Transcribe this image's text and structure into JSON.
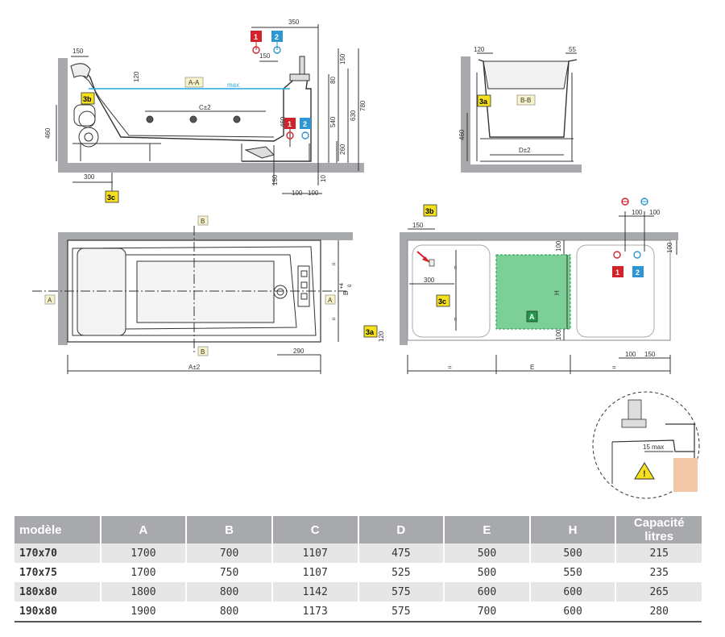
{
  "labels": {
    "section_aa": "A-A",
    "section_bb": "B-B",
    "max": "max",
    "marker_b": "B",
    "marker_a": "A",
    "c_tol": "C±2",
    "d_tol": "D±2",
    "a_tol": "A±2",
    "b_tol": "B",
    "b_tol_sup": "+4",
    "b_tol_sub": "0",
    "e": "E",
    "h": "H",
    "eq": "=",
    "max15": "15 max"
  },
  "tags": {
    "t1": "1",
    "t2": "2",
    "t3a": "3a",
    "t3b": "3b",
    "t3c": "3c",
    "tA": "A"
  },
  "dims": {
    "d350": "350",
    "d150": "150",
    "d120": "120",
    "d55": "55",
    "d460": "460",
    "d780": "780",
    "d630": "630",
    "d540": "540",
    "d80": "80",
    "d260": "260",
    "d10": "10",
    "d300": "300",
    "d100": "100",
    "d290": "290"
  },
  "colors": {
    "hot": "#d2232a",
    "cold": "#2e96d3",
    "tag_yellow": "#f4e11c",
    "tag_green": "#1f9a4a",
    "zone_green": "#7ccf97",
    "wall": "#a7a9ac",
    "water": "#27a9e1",
    "line": "#333333"
  },
  "table": {
    "headers": [
      "modèle",
      "A",
      "B",
      "C",
      "D",
      "E",
      "H",
      "Capacité litres"
    ],
    "rows": [
      [
        "170x70",
        "1700",
        "700",
        "1107",
        "475",
        "500",
        "500",
        "215"
      ],
      [
        "170x75",
        "1700",
        "750",
        "1107",
        "525",
        "500",
        "550",
        "235"
      ],
      [
        "180x80",
        "1800",
        "800",
        "1142",
        "575",
        "600",
        "600",
        "265"
      ],
      [
        "190x80",
        "1900",
        "800",
        "1173",
        "575",
        "700",
        "600",
        "280"
      ]
    ]
  }
}
